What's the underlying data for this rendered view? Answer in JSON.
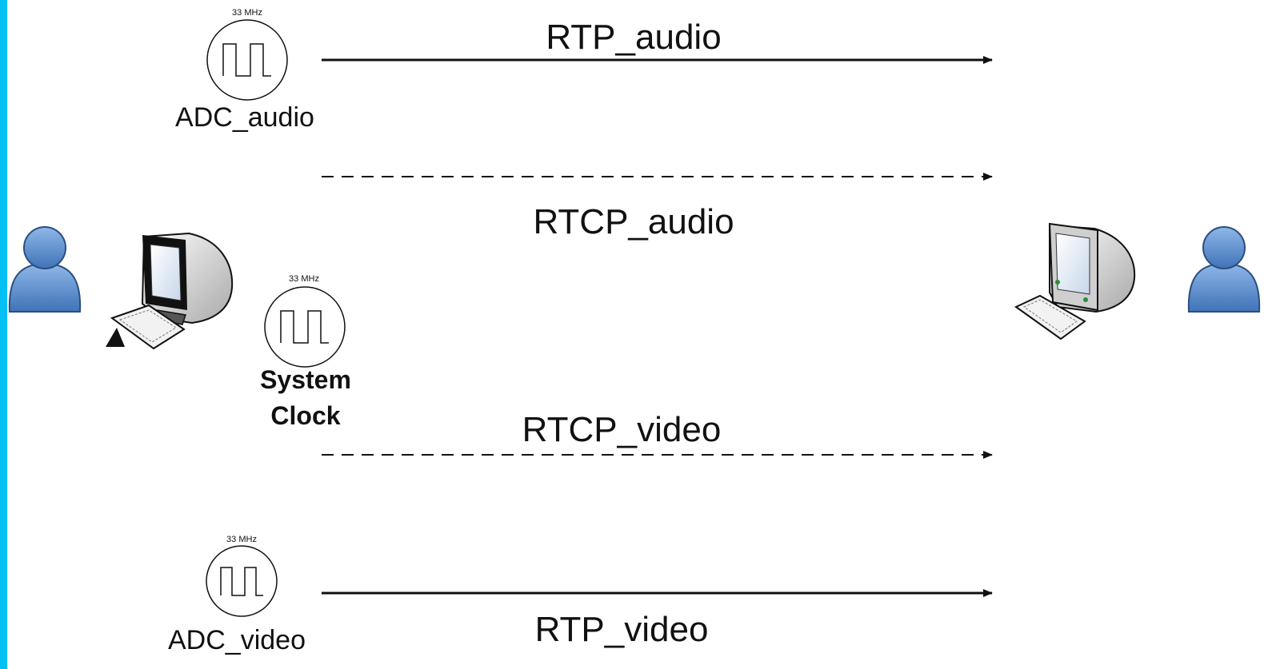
{
  "colors": {
    "left_border": "#00c0f4",
    "line": "#111111",
    "user_fill": "#5b8fd0",
    "monitor_screen": "#dfe9f5"
  },
  "flows": {
    "rtp_audio": "RTP_audio",
    "rtcp_audio": "RTCP_audio",
    "rtcp_video": "RTCP_video",
    "rtp_video": "RTP_video"
  },
  "clocks": {
    "adc_audio": {
      "freq": "33 MHz",
      "name": "ADC_audio"
    },
    "system": {
      "freq": "33 MHz",
      "name_line1": "System",
      "name_line2": "Clock"
    },
    "adc_video": {
      "freq": "33 MHz",
      "name": "ADC_video"
    }
  },
  "icons": {
    "sender_user": "user-icon",
    "sender_pc": "desktop-computer-icon",
    "receiver_pc": "desktop-computer-icon",
    "receiver_user": "user-icon",
    "clock": "square-wave-clock-icon"
  }
}
